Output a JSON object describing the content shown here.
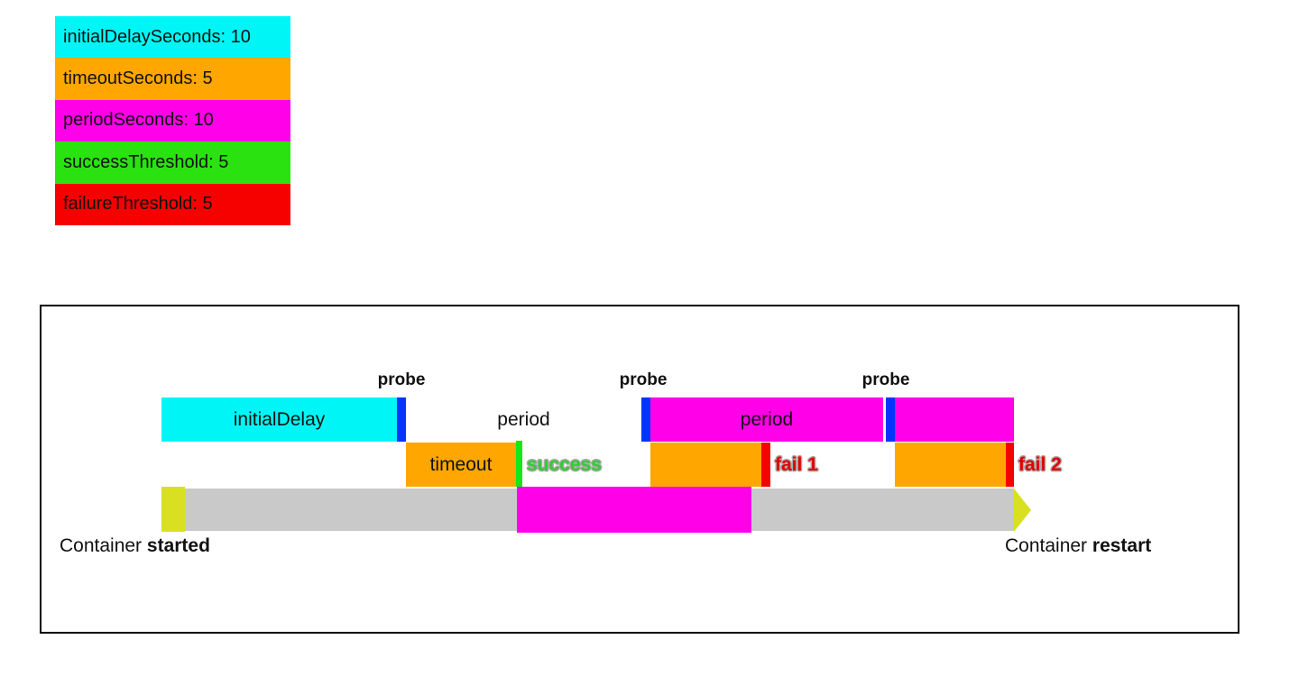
{
  "legend": {
    "items": [
      {
        "label": "initialDelaySeconds: 10",
        "color": "#00f6f6"
      },
      {
        "label": "timeoutSeconds: 5",
        "color": "#ffa600"
      },
      {
        "label": "periodSeconds: 10",
        "color": "#ff00e8"
      },
      {
        "label": "successThreshold: 5",
        "color": "#2be211"
      },
      {
        "label": "failureThreshold: 5",
        "color": "#f60000"
      }
    ]
  },
  "diagram": {
    "probes": [
      "probe",
      "probe",
      "probe"
    ],
    "labels": {
      "initial_delay": "initialDelay",
      "period_first": "period",
      "period_second": "period",
      "timeout": "timeout",
      "success": "success",
      "fail_1": "fail 1",
      "fail_2": "fail 2",
      "container_start_prefix": "Container ",
      "container_start_emphasis": "started",
      "container_restart_prefix": "Container ",
      "container_restart_emphasis": "restart"
    },
    "colors": {
      "initial_delay_bar": "#00f6f6",
      "probe_marker": "#0435ff",
      "period_bar": "#ff00e8",
      "timeout_bar": "#ffa600",
      "success_marker": "#16e716",
      "success_text": "#33cc33",
      "fail_marker": "#f60000",
      "fail_text": "#e00000",
      "timeline_bar": "#c9c9c9",
      "timeline_highlight": "#ff00e8",
      "container_start_marker": "#d9e021",
      "restart_arrow": "#d9e021"
    }
  }
}
